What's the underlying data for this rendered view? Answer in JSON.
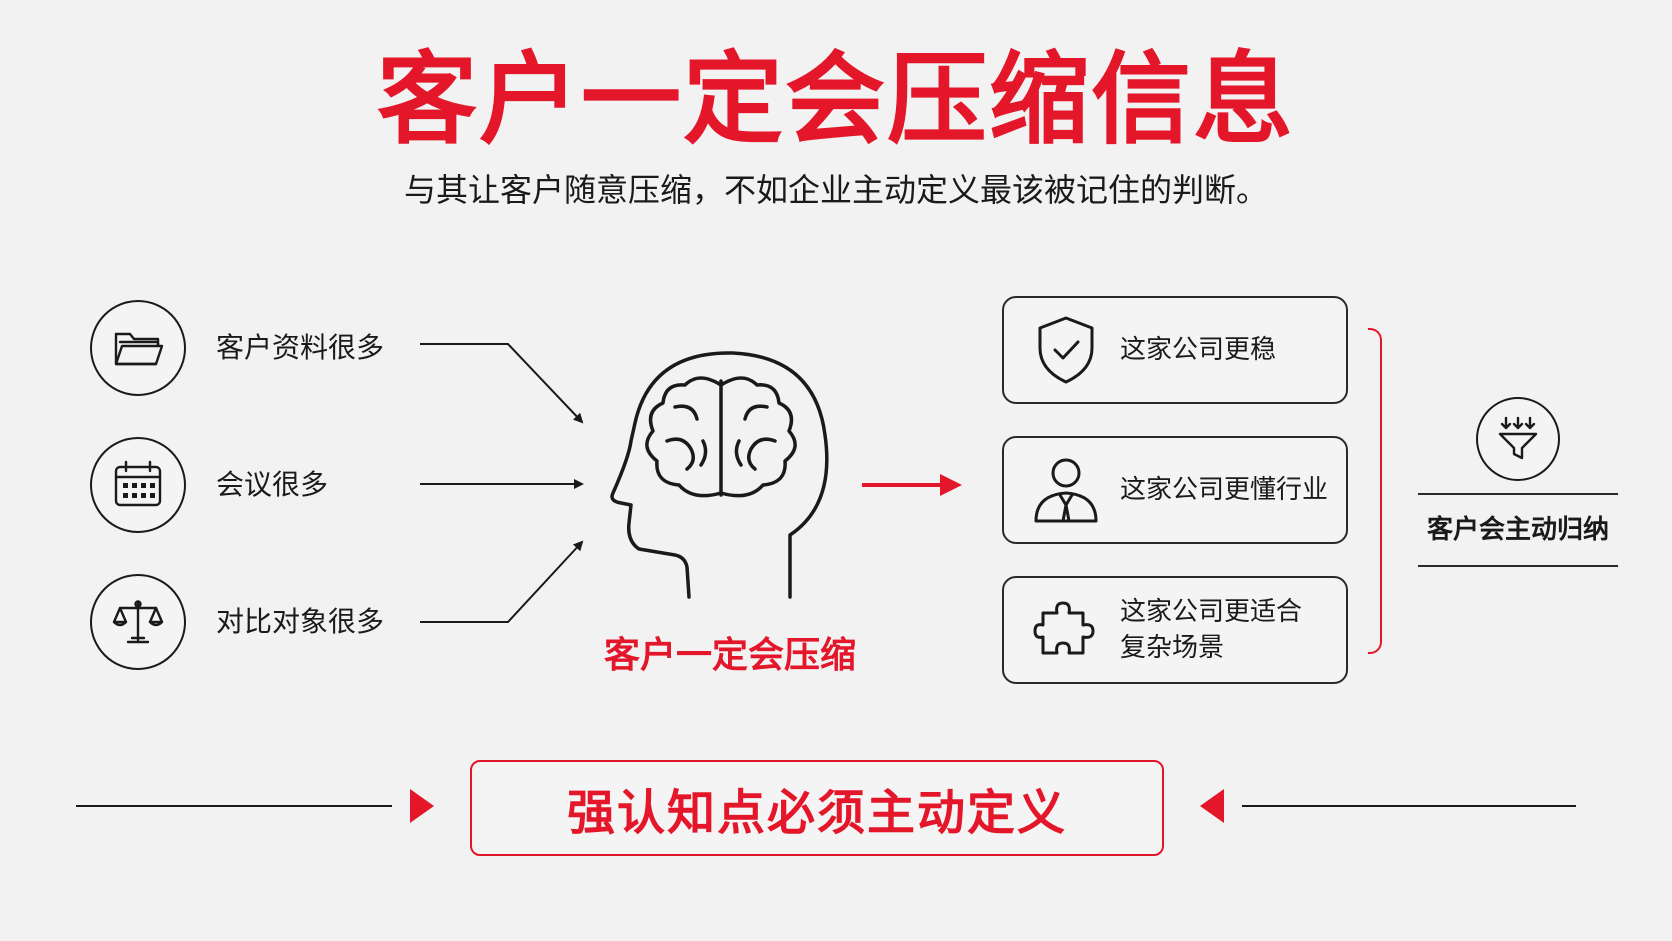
{
  "title": "客户一定会压缩信息",
  "subtitle": "与其让客户随意压缩，不如企业主动定义最该被记住的判断。",
  "inputs": [
    {
      "label": "客户资料很多",
      "icon": "folder-icon"
    },
    {
      "label": "会议很多",
      "icon": "calendar-icon"
    },
    {
      "label": "对比对象很多",
      "icon": "scale-icon"
    }
  ],
  "center": {
    "label": "客户一定会压缩",
    "icon": "head-brain-icon"
  },
  "outcomes": [
    {
      "lines": [
        "这家公司更稳"
      ],
      "icon": "shield-check-icon"
    },
    {
      "lines": [
        "这家公司更懂行业"
      ],
      "icon": "person-icon"
    },
    {
      "lines": [
        "这家公司更适合",
        "复杂场景"
      ],
      "icon": "puzzle-icon"
    }
  ],
  "summary": {
    "label": "客户会主动归纳",
    "icon": "funnel-icon"
  },
  "bottom": {
    "label": "强认知点必须主动定义"
  },
  "colors": {
    "accent": "#e4162a",
    "ink": "#1a1a1a",
    "background": "#f2f2f2"
  }
}
